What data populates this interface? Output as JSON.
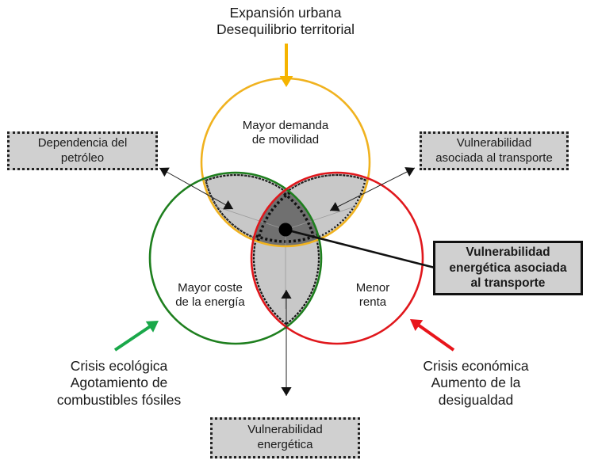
{
  "top_driver": {
    "line1": "Expansión urbana",
    "line2": "Desequilibrio territorial",
    "color": "#F5B400"
  },
  "left_driver": {
    "line1": "Crisis ecológica",
    "line2": "Agotamiento de",
    "line3": "combustibles fósiles",
    "color": "#1AA84A"
  },
  "right_driver": {
    "line1": "Crisis económica",
    "line2": "Aumento de la",
    "line3": "desigualdad",
    "color": "#E8151B"
  },
  "circles": {
    "top": {
      "line1": "Mayor demanda",
      "line2": "de movilidad",
      "color": "#F0B21F"
    },
    "left": {
      "line1": "Mayor coste",
      "line2": "de la energía",
      "color": "#1E7F1E"
    },
    "right": {
      "line1": "Menor",
      "line2": "renta",
      "color": "#E0171C"
    }
  },
  "boxes": {
    "oil": {
      "line1": "Dependencia del",
      "line2": "petróleo"
    },
    "transport": {
      "line1": "Vulnerabilidad",
      "line2": "asociada al transporte"
    },
    "energy": {
      "line1": "Vulnerabilidad",
      "line2": "energética"
    },
    "center": {
      "line1": "Vulnerabilidad",
      "line2": "energética asociada",
      "line3": "al transporte"
    }
  },
  "colors": {
    "lens_fill": "#C8C8C8",
    "core_fill": "#707070",
    "box_fill": "#D0D0D0"
  }
}
